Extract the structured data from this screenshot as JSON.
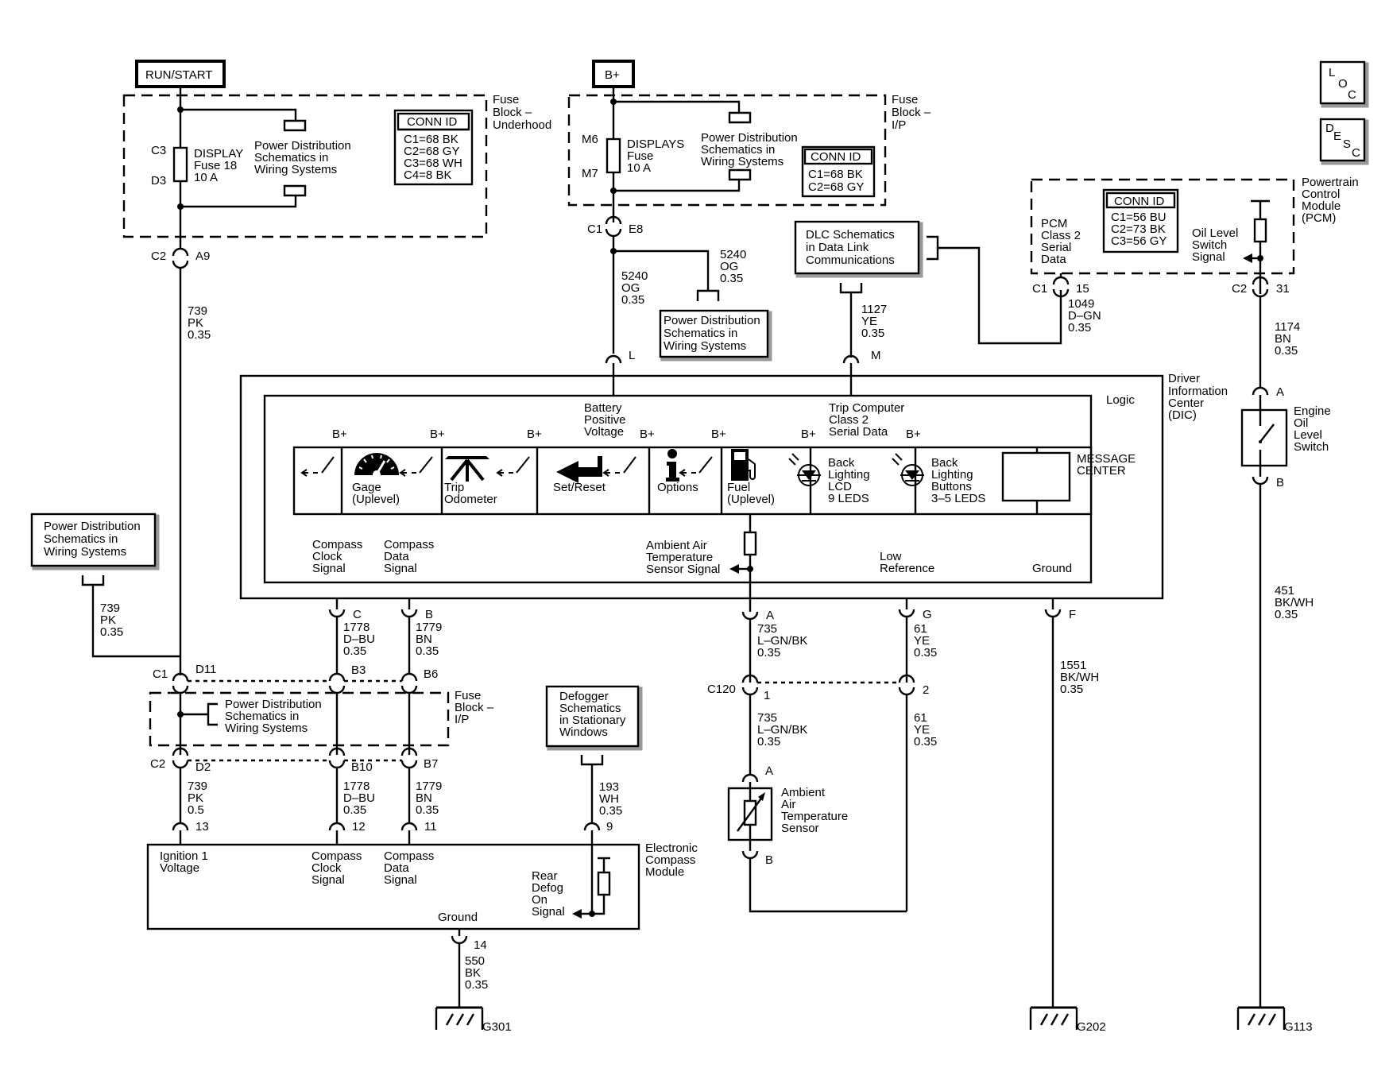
{
  "title_boxes": {
    "run_start": "RUN/START",
    "b_plus": "B+"
  },
  "side_tabs": {
    "loc": [
      "L",
      "O",
      "C"
    ],
    "desc": [
      "D",
      "E",
      "S",
      "C"
    ]
  },
  "fuse_block_underhood": {
    "label": [
      "Fuse",
      "Block –",
      "Underhood"
    ],
    "pins": [
      "C3",
      "D3"
    ],
    "fuse": [
      "DISPLAY",
      "Fuse 18",
      "10 A"
    ],
    "ref": [
      "Power Distribution",
      "Schematics in",
      "Wiring Systems"
    ],
    "conn": {
      "title": "CONN ID",
      "lines": [
        "C1=68 BK",
        "C2=68 GY",
        "C3=68 WH",
        "C4=8 BK"
      ]
    }
  },
  "fuse_block_ip": {
    "label": [
      "Fuse",
      "Block –",
      "I/P"
    ],
    "pins": [
      "M6",
      "M7"
    ],
    "fuse": [
      "DISPLAYS",
      "Fuse",
      "10 A"
    ],
    "ref": [
      "Power Distribution",
      "Schematics in",
      "Wiring Systems"
    ],
    "conn": {
      "title": "CONN ID",
      "lines": [
        "C1=68 BK",
        "C2=68 GY"
      ]
    }
  },
  "pcm": {
    "label": [
      "Powertrain",
      "Control",
      "Module",
      "(PCM)"
    ],
    "serial": [
      "PCM",
      "Class 2",
      "Serial",
      "Data"
    ],
    "oil": [
      "Oil Level",
      "Switch",
      "Signal"
    ],
    "conn": {
      "title": "CONN ID",
      "lines": [
        "C1=56 BU",
        "C2=73 BK",
        "C3=56 GY"
      ]
    }
  },
  "dlc": [
    "DLC Schematics",
    "in Data Link",
    "Communications"
  ],
  "pd_ref_mid": [
    "Power Distribution",
    "Schematics in",
    "Wiring Systems"
  ],
  "pd_ref_left": [
    "Power Distribution",
    "Schematics in",
    "Wiring Systems"
  ],
  "pd_ref_lower": [
    "Power Distribution",
    "Schematics in",
    "Wiring Systems"
  ],
  "lower_fuse_label": [
    "Fuse",
    "Block –",
    "I/P"
  ],
  "defog_ref": [
    "Defogger",
    "Schematics",
    "in Stationary",
    "Windows"
  ],
  "connectors": {
    "c2_a9": [
      "C2",
      "A9"
    ],
    "c1_e8": [
      "C1",
      "E8"
    ],
    "dic_l": "L",
    "dic_m": "M",
    "pcm_c1_15": [
      "C1",
      "15"
    ],
    "pcm_c2_31": [
      "C2",
      "31"
    ],
    "c1_d11": [
      "C1",
      "D11"
    ],
    "b3": "B3",
    "b6": "B6",
    "c2_d2": [
      "C2",
      "D2"
    ],
    "b10": "B10",
    "b7": "B7",
    "dic_c": "C",
    "dic_b": "B",
    "dic_a": "A",
    "dic_g": "G",
    "dic_f": "F",
    "ecm_13": "13",
    "ecm_12": "12",
    "ecm_11": "11",
    "ecm_9": "9",
    "ecm_14": "14",
    "c120": [
      "C120",
      "1",
      "2"
    ],
    "sensor_a": "A",
    "sensor_b": "B",
    "eng_a": "A",
    "eng_b": "B"
  },
  "wires": {
    "w739_top": [
      "739",
      "PK",
      "0.35"
    ],
    "w5240_main": [
      "5240",
      "OG",
      "0.35"
    ],
    "w5240_branch": [
      "5240",
      "OG",
      "0.35"
    ],
    "w1127": [
      "1127",
      "YE",
      "0.35"
    ],
    "w1049": [
      "1049",
      "D–GN",
      "0.35"
    ],
    "w1174": [
      "1174",
      "BN",
      "0.35"
    ],
    "w739_left": [
      "739",
      "PK",
      "0.35"
    ],
    "w1778_top": [
      "1778",
      "D–BU",
      "0.35"
    ],
    "w1779_top": [
      "1779",
      "BN",
      "0.35"
    ],
    "w735_top": [
      "735",
      "L–GN/BK",
      "0.35"
    ],
    "w61_top": [
      "61",
      "YE",
      "0.35"
    ],
    "w1551": [
      "1551",
      "BK/WH",
      "0.35"
    ],
    "w451": [
      "451",
      "BK/WH",
      "0.35"
    ],
    "w735_bot": [
      "735",
      "L–GN/BK",
      "0.35"
    ],
    "w61_bot": [
      "61",
      "YE",
      "0.35"
    ],
    "w739_bot": [
      "739",
      "PK",
      "0.5"
    ],
    "w1778_bot": [
      "1778",
      "D–BU",
      "0.35"
    ],
    "w1779_bot": [
      "1779",
      "BN",
      "0.35"
    ],
    "w193": [
      "193",
      "WH",
      "0.35"
    ],
    "w550": [
      "550",
      "BK",
      "0.35"
    ]
  },
  "dic": {
    "label": [
      "Driver",
      "Information",
      "Center",
      "(DIC)"
    ],
    "logic": "Logic",
    "battery": [
      "Battery",
      "Positive",
      "Voltage"
    ],
    "trip_computer": [
      "Trip Computer",
      "Class 2",
      "Serial Data"
    ],
    "bplus": "B+",
    "buttons": [
      [
        "Gage",
        "(Uplevel)"
      ],
      [
        "Trip",
        "Odometer"
      ],
      [
        "Set/Reset"
      ],
      [
        "Options"
      ],
      [
        "Fuel",
        "(Uplevel)"
      ]
    ],
    "back_lcd": [
      "Back",
      "Lighting",
      "LCD",
      "9 LEDS"
    ],
    "back_buttons": [
      "Back",
      "Lighting",
      "Buttons",
      "3–5 LEDS"
    ],
    "message_center": [
      "MESSAGE",
      "CENTER"
    ],
    "compass_clock": [
      "Compass",
      "Clock",
      "Signal"
    ],
    "compass_data": [
      "Compass",
      "Data",
      "Signal"
    ],
    "ambient": [
      "Ambient Air",
      "Temperature",
      "Sensor Signal"
    ],
    "low_ref": [
      "Low",
      "Reference"
    ],
    "ground": "Ground"
  },
  "ecm": {
    "label": [
      "Electronic",
      "Compass",
      "Module"
    ],
    "ignition": [
      "Ignition 1",
      "Voltage"
    ],
    "compass_clock": [
      "Compass",
      "Clock",
      "Signal"
    ],
    "compass_data": [
      "Compass",
      "Data",
      "Signal"
    ],
    "rear_defog": [
      "Rear",
      "Defog",
      "On",
      "Signal"
    ],
    "ground": "Ground"
  },
  "sensor": [
    "Ambient",
    "Air",
    "Temperature",
    "Sensor"
  ],
  "engine_switch": [
    "Engine",
    "Oil",
    "Level",
    "Switch"
  ],
  "grounds": {
    "g301": "G301",
    "g202": "G202",
    "g113": "G113"
  }
}
